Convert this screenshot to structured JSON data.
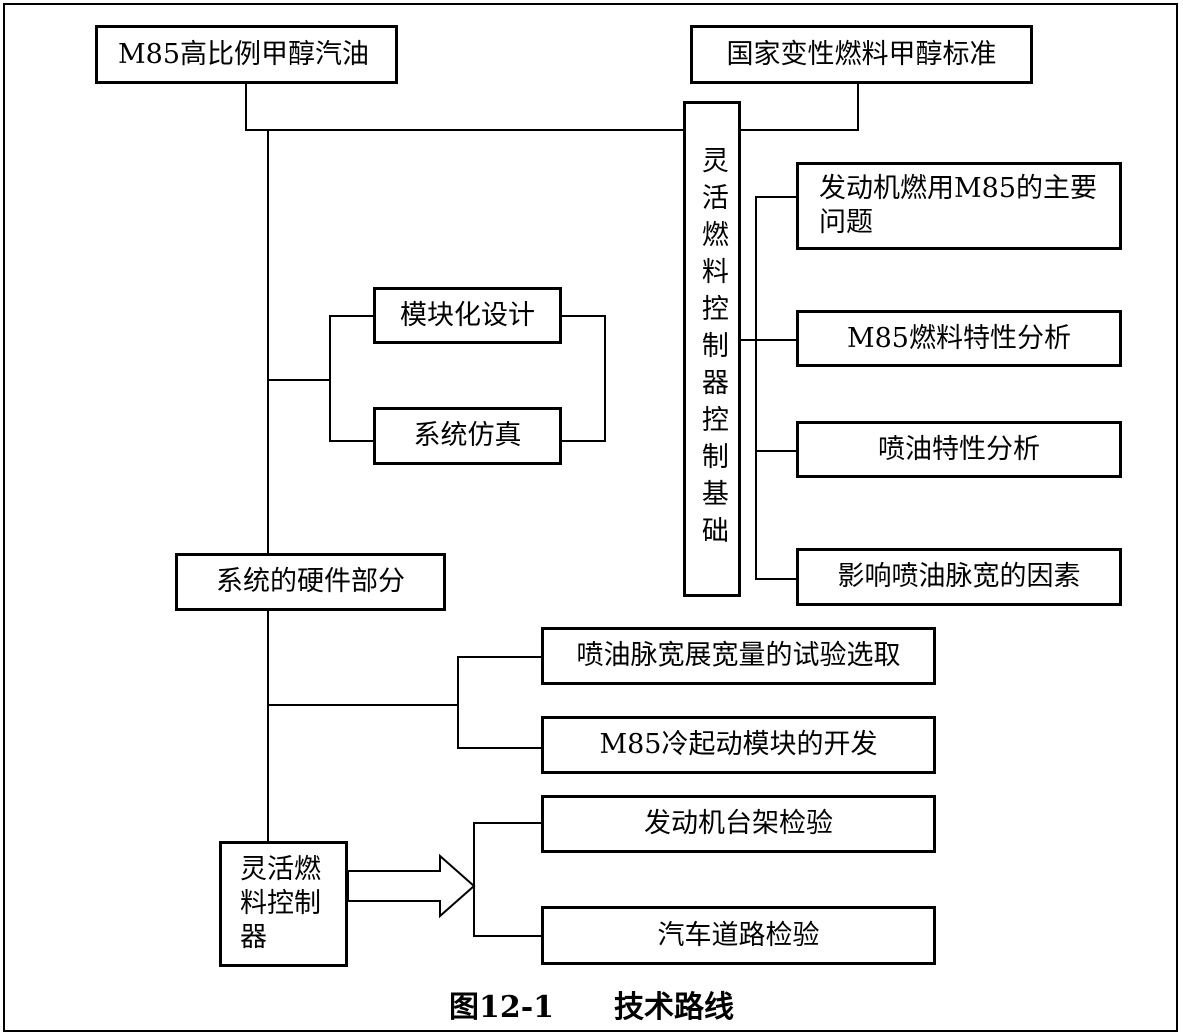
{
  "diagram": {
    "top_left": "M85高比例甲醇汽油",
    "top_right": "国家变性燃料甲醇标准",
    "center_vertical": "灵活燃料控制器控制基础",
    "modular_design": "模块化设计",
    "system_simulation": "系统仿真",
    "hardware_part": "系统的硬件部分",
    "right_items": [
      "发动机燃用M85的主要问题",
      "M85燃料特性分析",
      "喷油特性分析",
      "影响喷油脉宽的因素"
    ],
    "hardware_items": [
      "喷油脉宽展宽量的试验选取",
      "M85冷起动模块的开发"
    ],
    "controller": "灵活燃料控制器",
    "test_items": [
      "发动机台架检验",
      "汽车道路检验"
    ]
  },
  "caption": "图12-1　　技术路线"
}
